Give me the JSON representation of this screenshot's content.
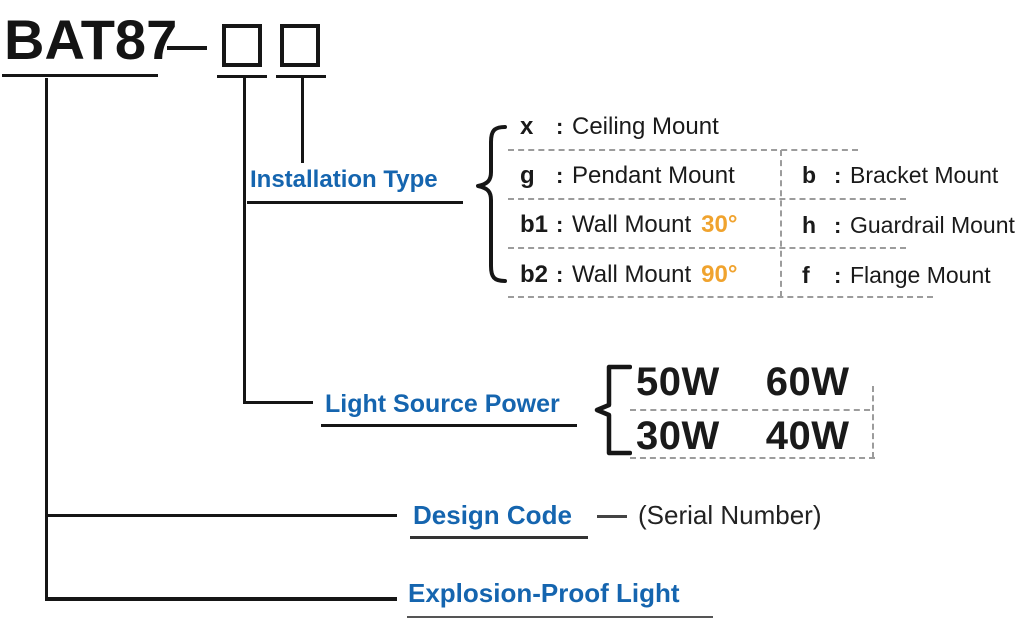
{
  "title": {
    "model_prefix": "BAT87"
  },
  "labels": {
    "installation_type": "Installation Type",
    "light_source_power": "Light Source Power",
    "design_code": "Design Code",
    "serial_number": "(Serial Number)",
    "product_name": "Explosion-Proof Light"
  },
  "separator": ":",
  "installation_options": {
    "left": [
      {
        "code": "x",
        "name": "Ceiling Mount",
        "highlight": ""
      },
      {
        "code": "g",
        "name": "Pendant Mount",
        "highlight": ""
      },
      {
        "code": "b1",
        "name": "Wall Mount",
        "highlight": "30°"
      },
      {
        "code": "b2",
        "name": "Wall Mount",
        "highlight": "90°"
      }
    ],
    "right": [
      {
        "code": "b",
        "name": "Bracket Mount"
      },
      {
        "code": "h",
        "name": "Guardrail Mount"
      },
      {
        "code": "f",
        "name": "Flange Mount"
      }
    ]
  },
  "power_options": {
    "row1": [
      "50W",
      "60W"
    ],
    "row2": [
      "30W",
      "40W"
    ]
  },
  "colors": {
    "accent_blue": "#1565af",
    "highlight_orange": "#f0a32e",
    "ink": "#1a1a1a",
    "dash_gray": "#9c9c9c"
  }
}
